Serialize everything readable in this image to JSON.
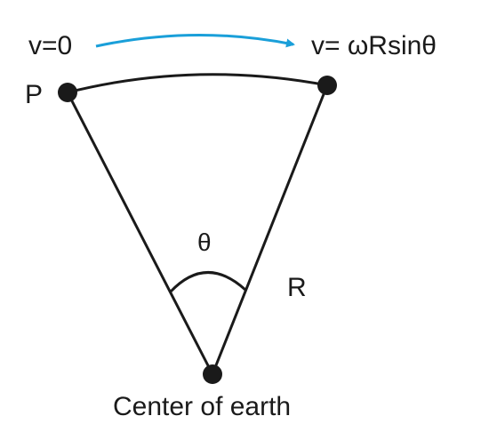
{
  "labels": {
    "velocity_start": "v=0",
    "velocity_end": "v= ωRsinθ",
    "point_p": "P",
    "angle": "θ",
    "radius": "R",
    "center": "Center of earth"
  },
  "colors": {
    "arrow": "#1a9fd9",
    "stroke": "#1a1a1a"
  }
}
